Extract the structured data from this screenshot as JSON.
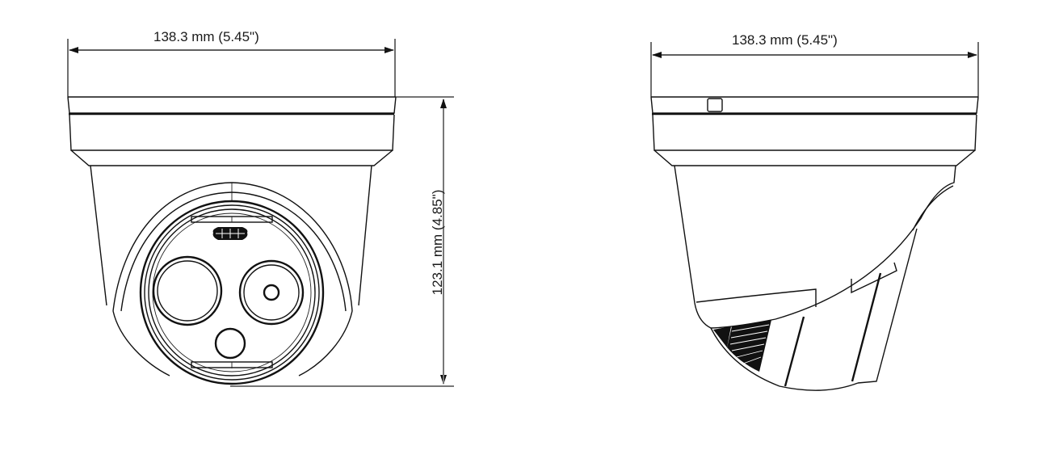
{
  "drawing": {
    "subject": "Turret dome camera dimension drawing",
    "views": [
      {
        "name": "front-view",
        "dimensions": {
          "width": "138.3 mm  (5.45\")",
          "height": "123.1 mm (4.85\")"
        }
      },
      {
        "name": "side-view",
        "dimensions": {
          "width": "138.3 mm (5.45\")"
        }
      }
    ],
    "colors": {
      "line": "#111111",
      "background": "#ffffff",
      "dimension_line_vertical": "#777777"
    }
  }
}
